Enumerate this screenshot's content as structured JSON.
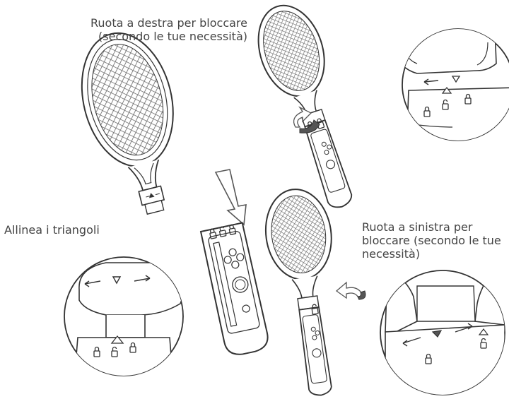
{
  "labels": {
    "rotate_right": "Ruota a destra per bloccare\n(secondo le tue necessità)",
    "align_triangles": "Allinea i triangoli",
    "rotate_left": "Ruota a sinistra per\nbloccare (secondo le tue\nnecessità)"
  },
  "colors": {
    "line": "#333333",
    "mesh_fill": "#7a7a7a",
    "arrow_fill": "#555555",
    "text": "#444444"
  },
  "icons": [
    "insert-arrow-icon",
    "rotate-right-arrow-icon",
    "rotate-left-arrow-icon",
    "lock-icon",
    "unlock-icon",
    "triangle-marker-icon"
  ]
}
